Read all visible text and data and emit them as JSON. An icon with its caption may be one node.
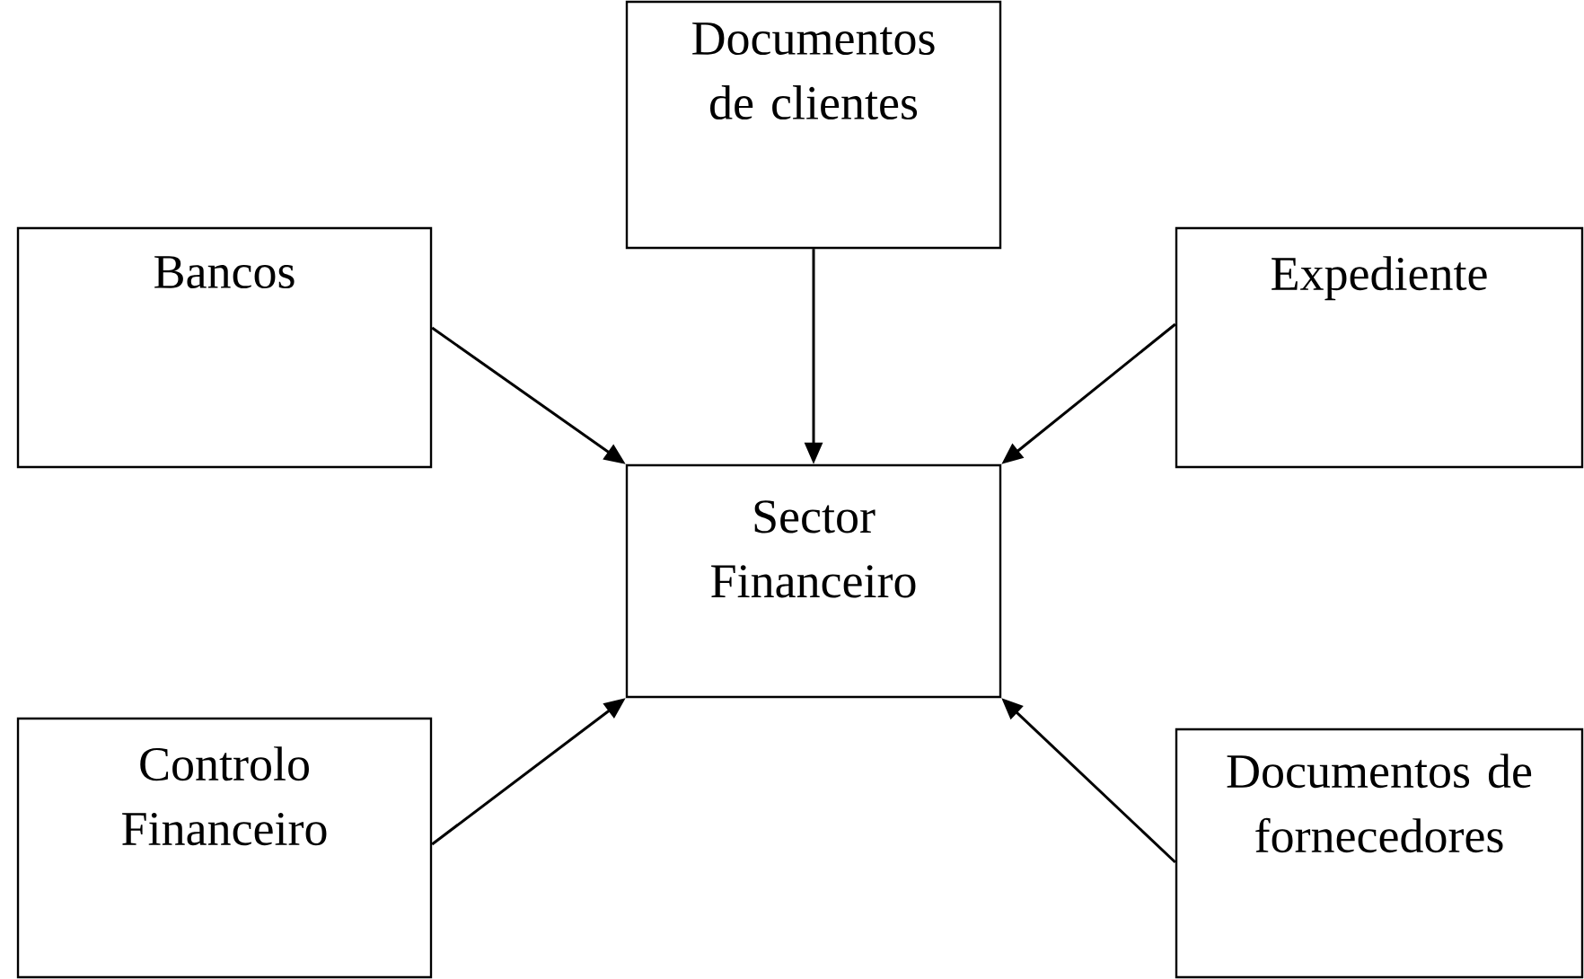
{
  "diagram": {
    "nodes": [
      {
        "text": [
          "Documentos de clientes"
        ]
      },
      {
        "text": [
          "Bancos"
        ]
      },
      {
        "text": [
          "Expediente"
        ]
      },
      {
        "text": [
          "Sector Financeiro"
        ]
      },
      {
        "text": [
          "Controlo Financeiro"
        ]
      },
      {
        "text": [
          "Documentos de fornecedores"
        ]
      }
    ],
    "edges": [
      {
        "from": 1,
        "to": 3,
        "arrow": "to"
      },
      {
        "from": 0,
        "to": 3,
        "arrow": "to"
      },
      {
        "from": 2,
        "to": 3,
        "arrow": "to"
      },
      {
        "from": 4,
        "to": 3,
        "arrow": "to"
      },
      {
        "from": 5,
        "to": 3,
        "arrow": "to"
      }
    ]
  }
}
